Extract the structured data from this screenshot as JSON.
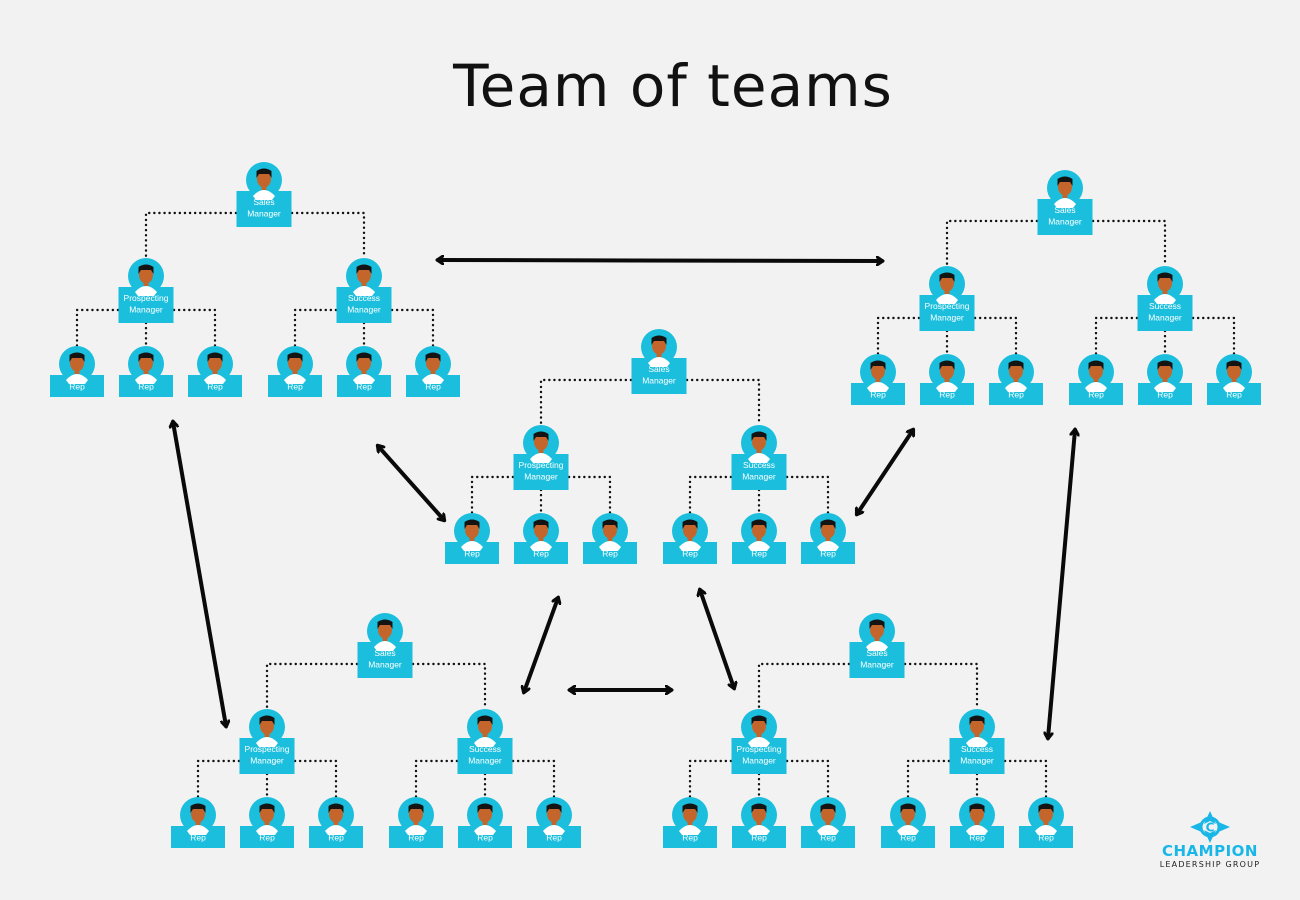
{
  "title": "Team of teams",
  "colors": {
    "node": "#1bbfdd",
    "skin": "#c4662b",
    "hair": "#141414",
    "shirt": "#ffffff",
    "connector": "#111111",
    "arrow": "#0a0a0a",
    "logo": "#19b7e8"
  },
  "icons": {
    "person": "person-avatar-icon",
    "logo_mark": "compass-c-icon"
  },
  "roles": {
    "sales": "Sales Manager",
    "prospecting": "Prospecting Manager",
    "success": "Success Manager",
    "rep": "Rep"
  },
  "teams": [
    {
      "id": "top-left"
    },
    {
      "id": "top-right"
    },
    {
      "id": "center"
    },
    {
      "id": "bottom-left"
    },
    {
      "id": "bottom-right"
    }
  ],
  "links": [
    {
      "from": "top-left",
      "to": "top-right"
    },
    {
      "from": "top-left",
      "to": "center"
    },
    {
      "from": "top-left",
      "to": "bottom-left"
    },
    {
      "from": "center",
      "to": "top-right"
    },
    {
      "from": "center",
      "to": "bottom-left"
    },
    {
      "from": "center",
      "to": "bottom-right"
    },
    {
      "from": "bottom-left",
      "to": "bottom-right"
    },
    {
      "from": "top-right",
      "to": "bottom-right"
    }
  ],
  "logo": {
    "name": "CHAMPION",
    "subtitle": "LEADERSHIP GROUP"
  }
}
